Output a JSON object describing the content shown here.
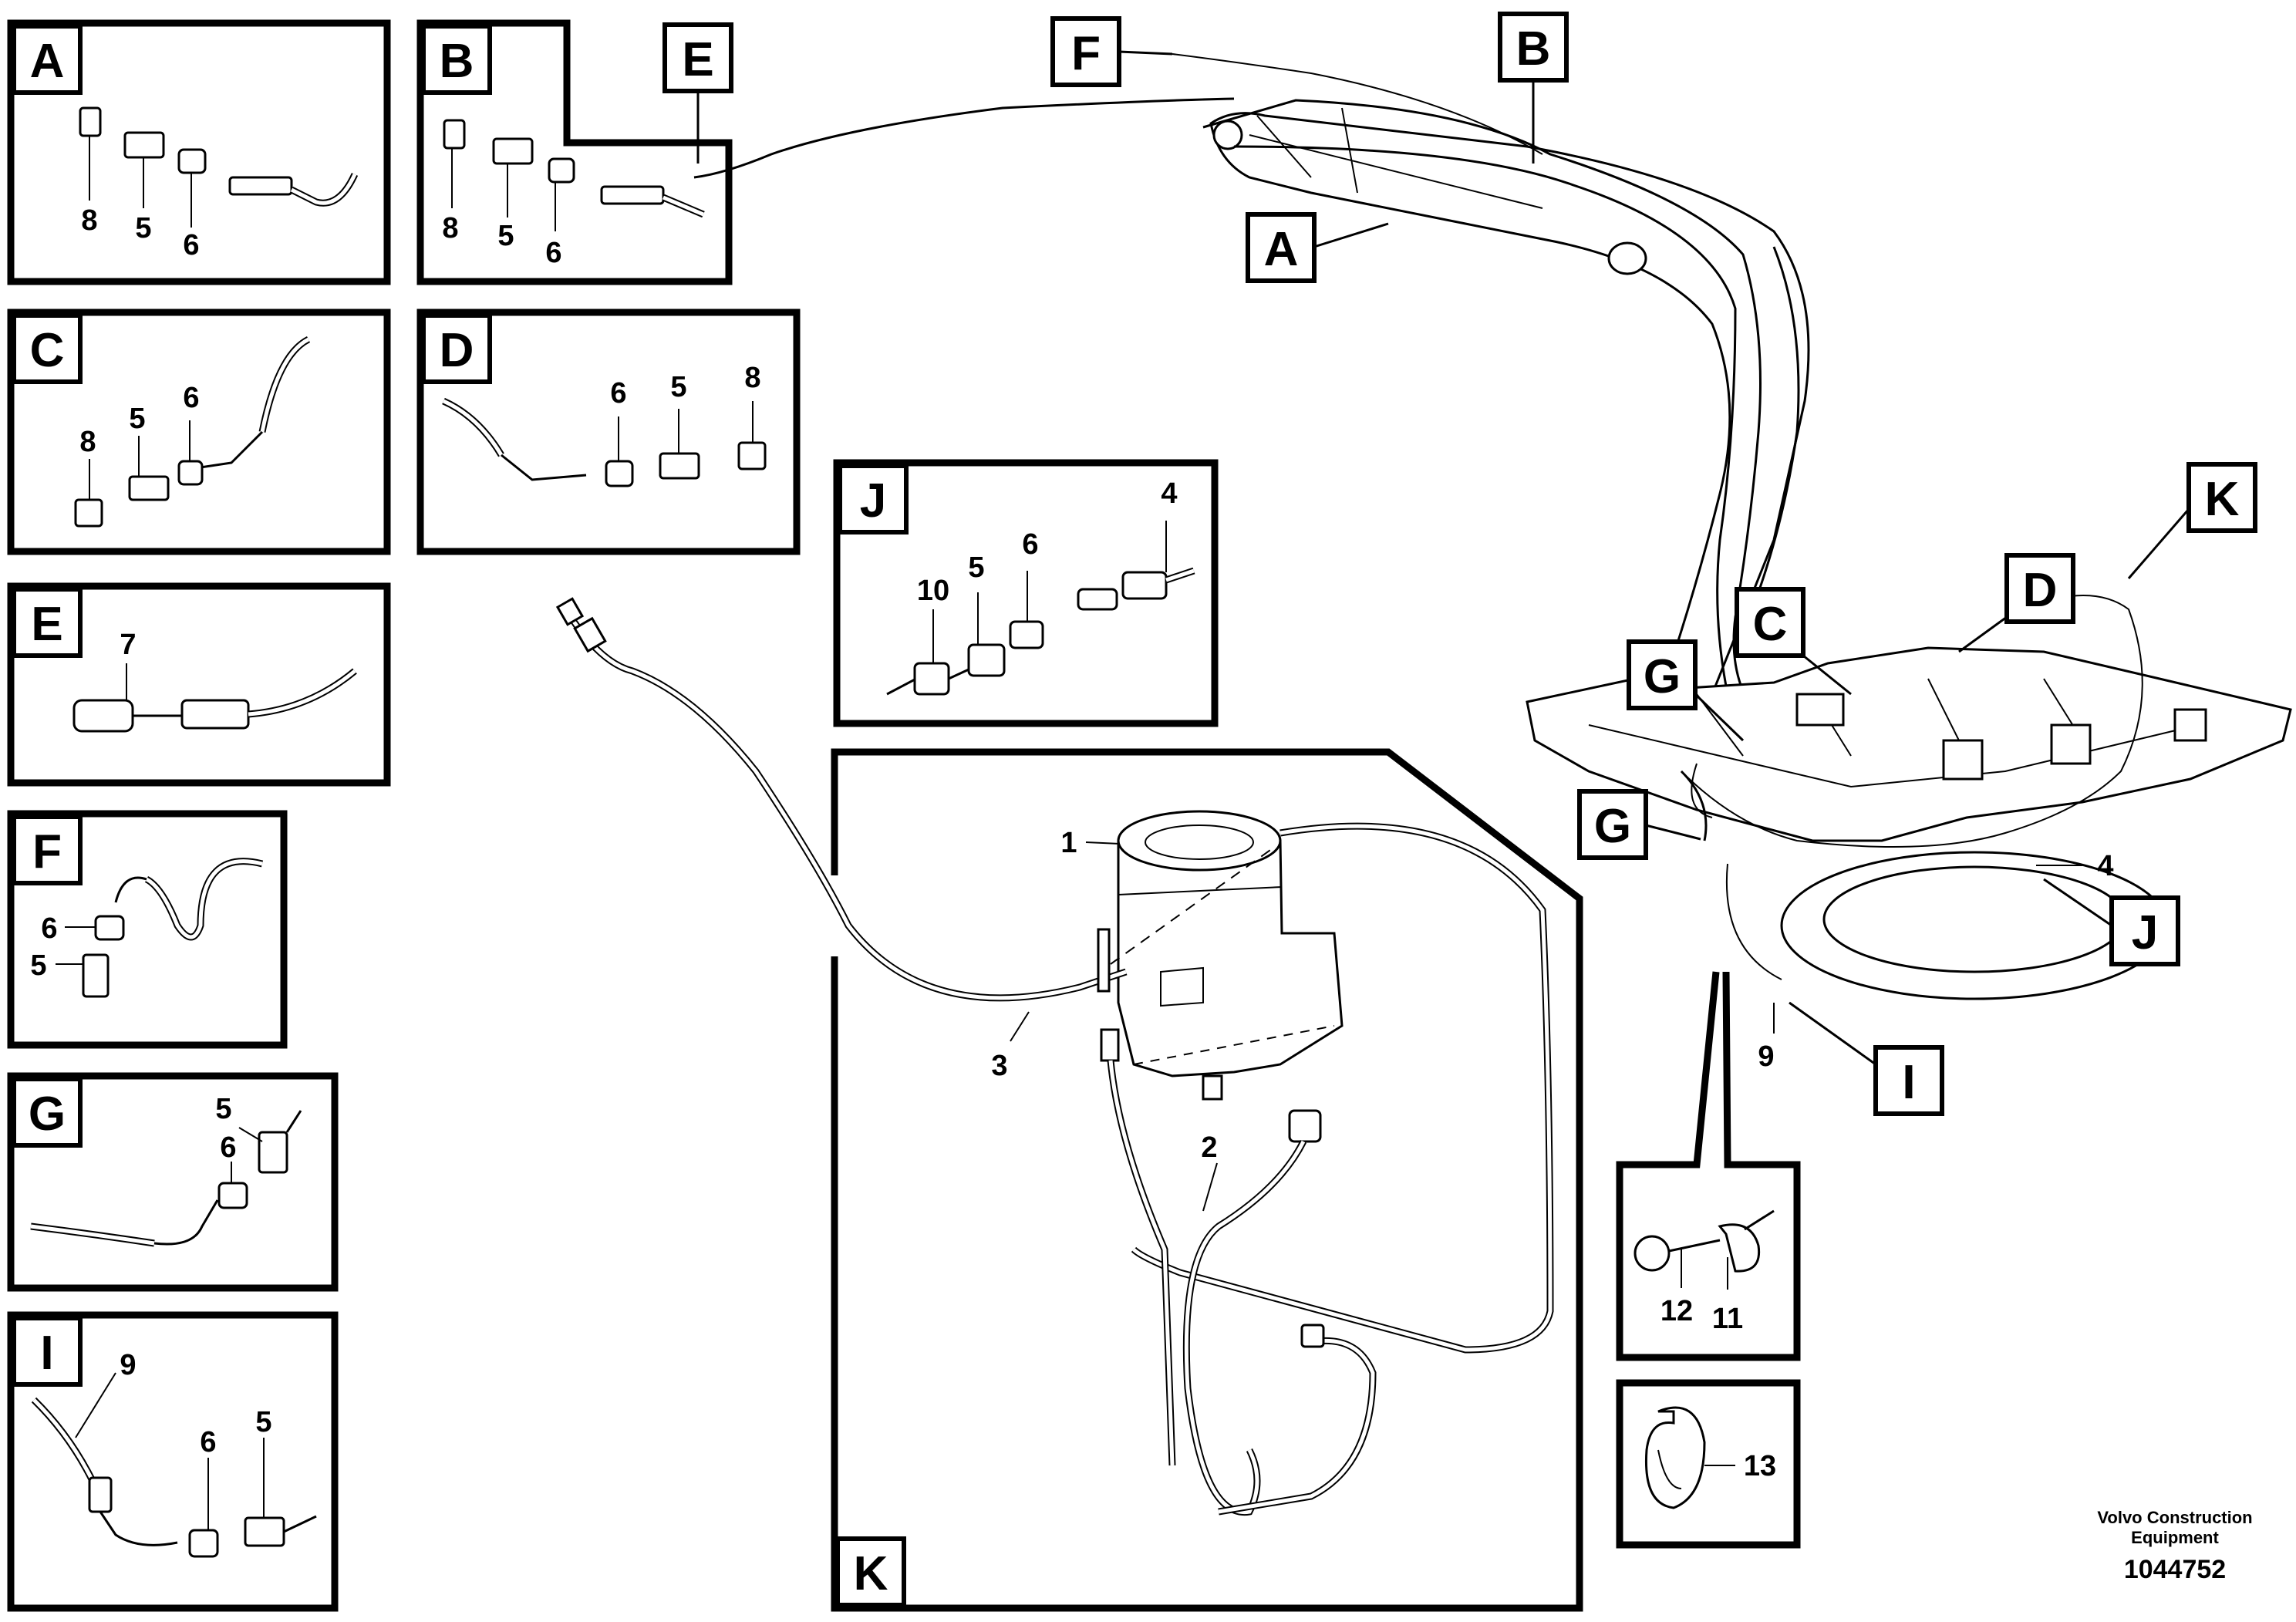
{
  "panels": {
    "A": {
      "tag": "A",
      "callouts": [
        "8",
        "5",
        "6"
      ]
    },
    "B": {
      "tag": "B",
      "callouts": [
        "8",
        "5",
        "6"
      ]
    },
    "C": {
      "tag": "C",
      "callouts": [
        "8",
        "5",
        "6"
      ]
    },
    "D": {
      "tag": "D",
      "callouts": [
        "6",
        "5",
        "8"
      ]
    },
    "E": {
      "tag": "E",
      "callouts": [
        "7"
      ]
    },
    "F": {
      "tag": "F",
      "callouts": [
        "6",
        "5"
      ]
    },
    "G": {
      "tag": "G",
      "callouts": [
        "5",
        "6"
      ]
    },
    "I": {
      "tag": "I",
      "callouts": [
        "9",
        "6",
        "5"
      ]
    },
    "J": {
      "tag": "J",
      "callouts": [
        "10",
        "5",
        "6",
        "4"
      ]
    },
    "K": {
      "tag": "K",
      "callouts": [
        "1",
        "3",
        "2"
      ]
    }
  },
  "overview_tags": [
    "E",
    "F",
    "B",
    "A",
    "K",
    "D",
    "C",
    "G",
    "G",
    "J",
    "I"
  ],
  "overview_callouts": [
    "4",
    "9"
  ],
  "clamp_detail": {
    "callouts": [
      "12",
      "11"
    ]
  },
  "strap_detail": {
    "callouts": [
      "13"
    ]
  },
  "footer": {
    "brand_line1": "Volvo Construction",
    "brand_line2": "Equipment",
    "drawing_number": "1044752"
  }
}
